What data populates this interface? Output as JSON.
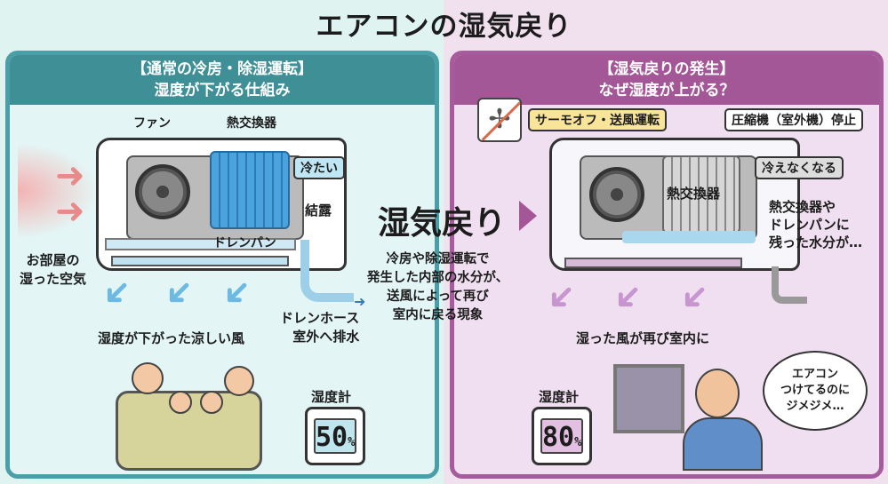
{
  "title": "エアコンの湿気戻り",
  "left": {
    "header_line1": "【通常の冷房・除湿運転】",
    "header_line2": "湿度が下がる仕組み",
    "fan": "ファン",
    "heat_exchanger": "熱交換器",
    "cold": "冷たい",
    "condensation": "結露",
    "drain_pan": "ドレンパン",
    "room_air_line1": "お部屋の",
    "room_air_line2": "湿った空気",
    "cool_wind": "湿度が下がった涼しい風",
    "drain_hose_line1": "ドレンホース",
    "drain_hose_line2": "室外へ排水",
    "hygrometer_label": "湿度計",
    "humidity_value": "50",
    "humidity_unit": "%"
  },
  "center": {
    "heading": "湿気戻り",
    "desc_line1": "冷房や除湿運転で",
    "desc_line2": "発生した内部の水分が、",
    "desc_line3": "送風によって再び",
    "desc_line4": "室内に戻る現象"
  },
  "right": {
    "header_line1": "【湿気戻りの発生】",
    "header_line2": "なぜ湿度が上がる？",
    "thermo_off": "サーモオフ・送風運転",
    "compressor_stop": "圧縮機（室外機）停止",
    "no_cooling": "冷えなくなる",
    "heat_exchanger": "熱交換器",
    "residual_line1": "熱交換器や",
    "residual_line2": "ドレンパンに",
    "residual_line3": "残った水分が…",
    "humid_wind": "湿った風が再び室内に",
    "hygrometer_label": "湿度計",
    "humidity_value": "80",
    "humidity_unit": "%",
    "speech_line1": "エアコン",
    "speech_line2": "つけてるのに",
    "speech_line3": "ジメジメ…"
  },
  "colors": {
    "left_accent": "#3f8f97",
    "right_accent": "#a35796",
    "cold_blue": "#4aa3dd",
    "humid_red": "#e98a8a"
  }
}
